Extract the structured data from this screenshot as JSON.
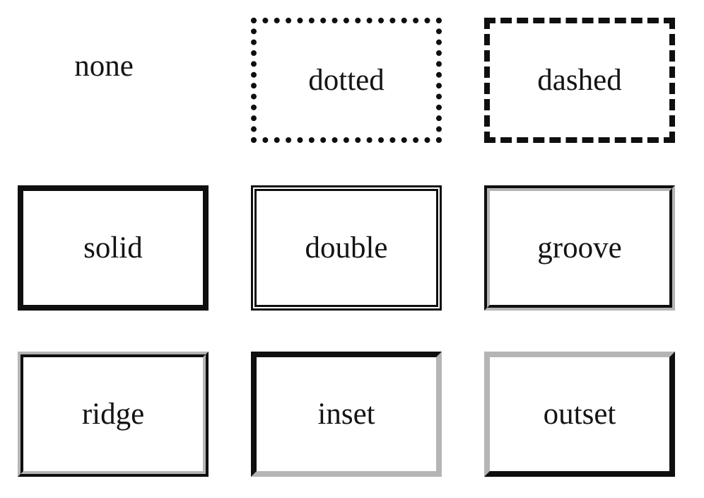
{
  "figure": {
    "description": "Grid of boxes demonstrating border styles",
    "colors": {
      "dark": "#0f0f0f",
      "light": "#b5b5b5",
      "background": "#ffffff",
      "text": "#141414"
    },
    "cells": [
      {
        "label": "none",
        "border_style": "none"
      },
      {
        "label": "dotted",
        "border_style": "dotted"
      },
      {
        "label": "dashed",
        "border_style": "dashed"
      },
      {
        "label": "solid",
        "border_style": "solid"
      },
      {
        "label": "double",
        "border_style": "double"
      },
      {
        "label": "groove",
        "border_style": "groove"
      },
      {
        "label": "ridge",
        "border_style": "ridge"
      },
      {
        "label": "inset",
        "border_style": "inset"
      },
      {
        "label": "outset",
        "border_style": "outset"
      }
    ]
  }
}
